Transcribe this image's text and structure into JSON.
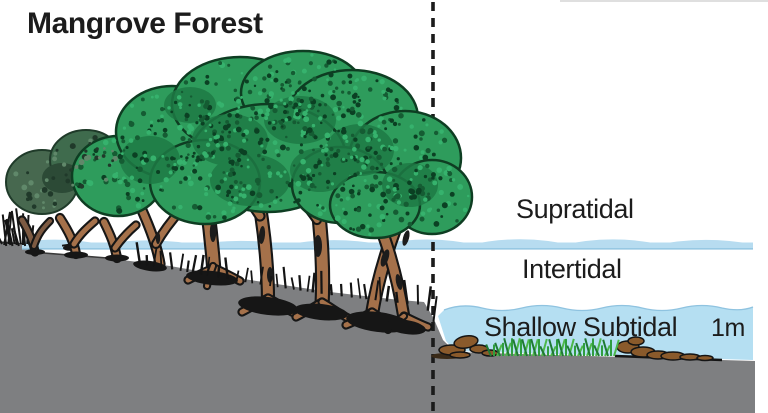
{
  "title": "Mangrove Forest",
  "zones": {
    "supratidal": "Supratidal",
    "intertidal": "Intertidal",
    "shallow_subtidal": "Shallow Subtidal"
  },
  "scale": {
    "depth_label": "1m"
  },
  "colors": {
    "ground_gray": "#7e7f81",
    "water_blue": "#b7dcf0",
    "water_edge_blue": "#8fc3e0",
    "canopy_green": "#2e9c5c",
    "canopy_dark_green": "#1e7a45",
    "left_tree_green": "#47684f",
    "trunk_brown": "#a5714a",
    "dark_trunk_brown": "#7d5a42",
    "rock_brown": "#8a5a2b",
    "seagrass_green": "#3aa33f",
    "outline_black": "#141414",
    "label_color": "#1c1c1c"
  },
  "elements": {
    "forest": "mangrove-trees",
    "divider": "dashed-tide-boundary-line",
    "high_tide": "high-tide-waterline",
    "subtidal_water": "shallow-subtidal-water",
    "seagrass": "seagrass-bed",
    "rocks": "rubble-rocks",
    "pneumatophores": "pneumatophore-roots"
  }
}
